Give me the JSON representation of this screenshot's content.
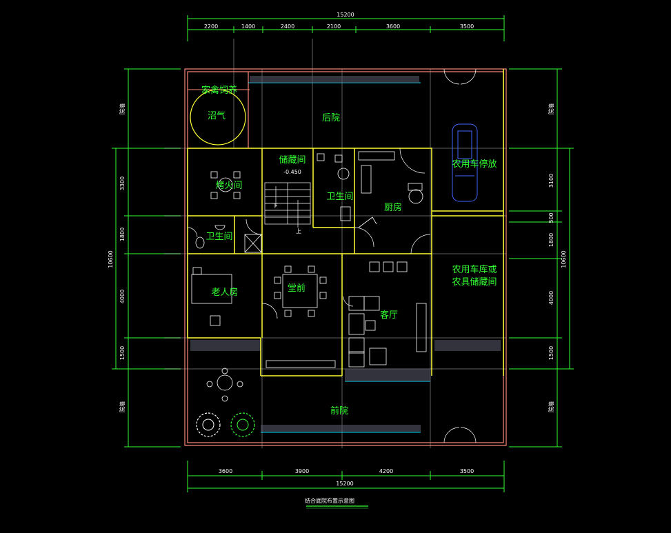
{
  "dimensions": {
    "top_total": "15200",
    "top_segments": [
      "2200",
      "1400",
      "2400",
      "2100",
      "3600",
      "3500"
    ],
    "bottom_total": "15200",
    "bottom_segments": [
      "3600",
      "3900",
      "4200",
      "3500"
    ],
    "left_total": "10600",
    "left_segments": [
      "3300",
      "1800",
      "4000",
      "1500"
    ],
    "right_total": "10600",
    "right_segments": [
      "3100",
      "500",
      "1800",
      "4000",
      "1500"
    ],
    "side_note_left_top": "院墙",
    "side_note_left_bottom": "院墙",
    "side_note_right_top": "院墙",
    "side_note_right_bottom": "院墙"
  },
  "rooms": {
    "poultry": "家禽饲养",
    "biogas": "沼气",
    "backyard": "后院",
    "storage": "储藏间",
    "elevation": "-0.450",
    "vehicle_parking": "农用车停放",
    "fire_room": "烤火间",
    "bathroom_upper": "卫生间",
    "kitchen": "厨房",
    "bathroom_lower": "卫生间",
    "elder_room": "老人房",
    "hall": "堂前",
    "living_room": "客厅",
    "garage_line1": "农用车库或",
    "garage_line2": "农具储藏间",
    "front_yard": "前院",
    "stair_down": "下",
    "stair_up": "上"
  },
  "caption": "结合庭院布置示意图"
}
